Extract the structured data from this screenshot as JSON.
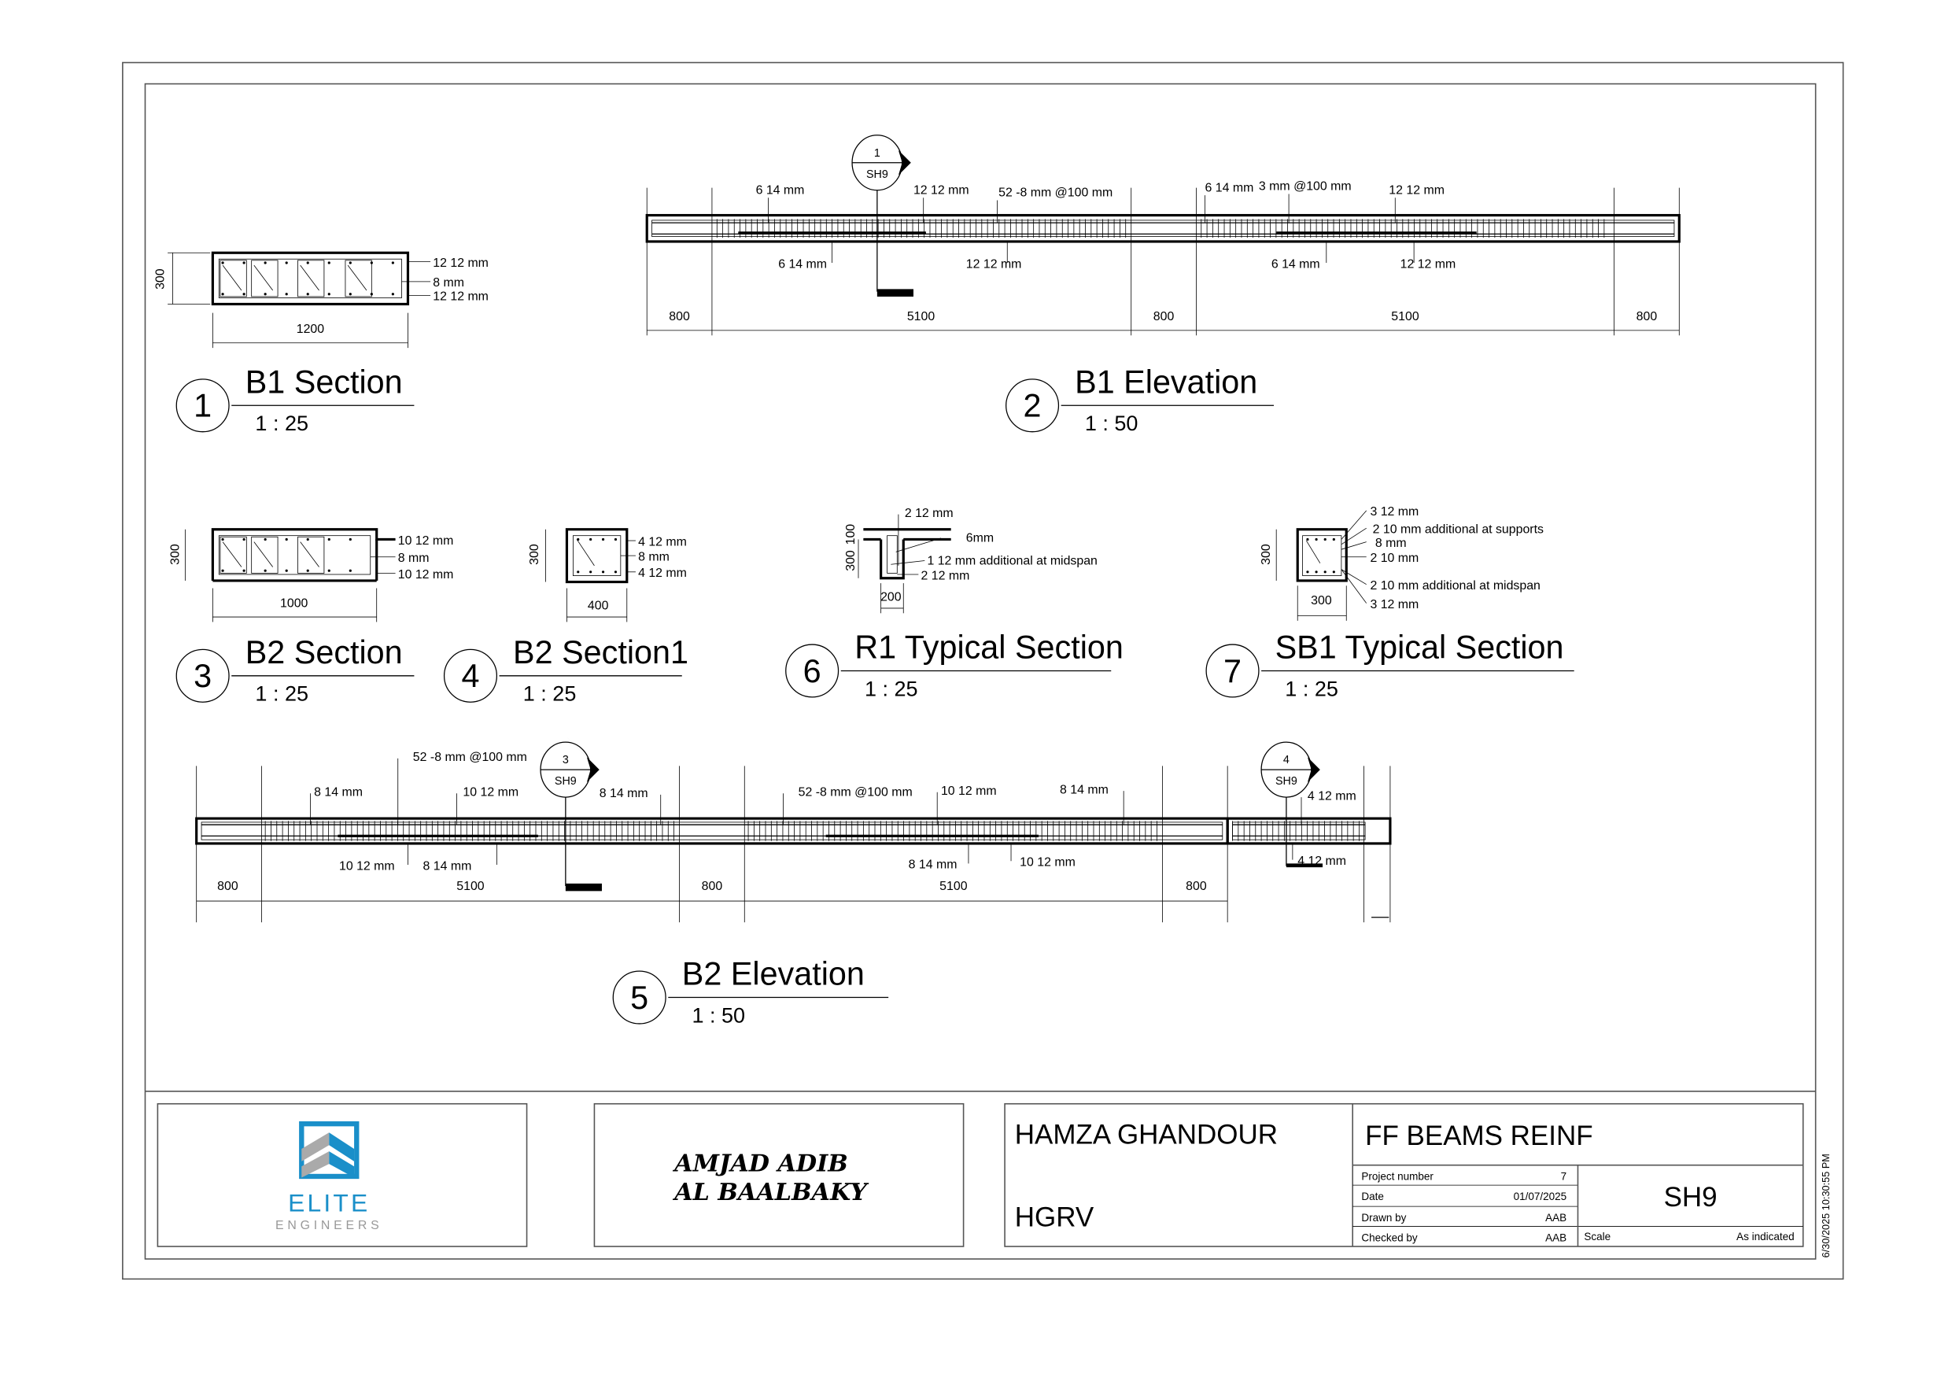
{
  "sheet": {
    "client": "HAMZA GHANDOUR",
    "project_code": "HGRV",
    "sheet_title": "FF BEAMS REINF",
    "sheet_number": "SH9",
    "timestamp": "6/30/2025 10:30:55 PM",
    "fields": [
      {
        "label": "Project number",
        "value": "7"
      },
      {
        "label": "Date",
        "value": "01/07/2025"
      },
      {
        "label": "Drawn by",
        "value": "AAB"
      },
      {
        "label": "Checked by",
        "value": "AAB"
      }
    ],
    "scale_label": "Scale",
    "scale_value": "As indicated",
    "logo_text": "ELITE",
    "logo_subtext": "ENGINEERS",
    "signature": [
      "AMJAD ADIB",
      "AL BAALBAKY"
    ],
    "brand_color": "#1a8fc9"
  },
  "views": {
    "b1_section": {
      "number": "1",
      "title": "B1 Section",
      "scale": "1 : 25",
      "labels": [
        "12 12 mm",
        "8 mm",
        "12 12 mm"
      ],
      "dims": [
        "300",
        "1200"
      ]
    },
    "b1_elevation": {
      "number": "2",
      "title": "B1 Elevation",
      "scale": "1 : 50",
      "top_labels": [
        "6 14 mm",
        "12 12 mm",
        "52 -8 mm @100 mm",
        "6 14 mm",
        "3 mm @100 mm",
        "12 12 mm"
      ],
      "bottom_labels": [
        "6 14 mm",
        "12 12 mm",
        "6 14 mm",
        "12 12 mm"
      ],
      "dims": [
        "800",
        "5100",
        "800",
        "5100",
        "800"
      ],
      "section_marker": {
        "number": "1",
        "sheet": "SH9"
      }
    },
    "b2_section": {
      "number": "3",
      "title": "B2 Section",
      "scale": "1 : 25",
      "labels": [
        "10 12 mm",
        "8 mm",
        "10 12 mm"
      ],
      "dims": [
        "300",
        "1000"
      ]
    },
    "b2_section1": {
      "number": "4",
      "title": "B2 Section1",
      "scale": "1 : 25",
      "labels": [
        "4 12 mm",
        "8 mm",
        "4 12 mm"
      ],
      "dims": [
        "300",
        "400"
      ]
    },
    "b2_elevation": {
      "number": "5",
      "title": "B2 Elevation",
      "scale": "1 : 50",
      "top_labels": [
        "52 -8 mm @100 mm",
        "8 14 mm",
        "10 12 mm",
        "8 14 mm",
        "52 -8 mm @100 mm",
        "10 12 mm",
        "8 14 mm",
        "4 12 mm"
      ],
      "bottom_labels": [
        "10 12 mm",
        "8 14 mm",
        "8 14 mm",
        "10 12 mm",
        "4 12 mm"
      ],
      "dims": [
        "800",
        "5100",
        "800",
        "5100",
        "800"
      ],
      "section_markers": [
        {
          "number": "3",
          "sheet": "SH9"
        },
        {
          "number": "4",
          "sheet": "SH9"
        }
      ]
    },
    "r1_section": {
      "number": "6",
      "title": "R1 Typical Section",
      "scale": "1 : 25",
      "labels": [
        "2 12 mm",
        "6mm",
        "1 12 mm additional at midspan",
        "2 12 mm"
      ],
      "dims": [
        "300",
        "100",
        "200"
      ]
    },
    "sb1_section": {
      "number": "7",
      "title": "SB1 Typical Section",
      "scale": "1 : 25",
      "labels": [
        "3 12 mm",
        "2 10 mm additional at supports",
        "8 mm",
        "2 10 mm",
        "2 10 mm additional at midspan",
        "3 12 mm"
      ],
      "dims": [
        "300",
        "300"
      ]
    }
  }
}
